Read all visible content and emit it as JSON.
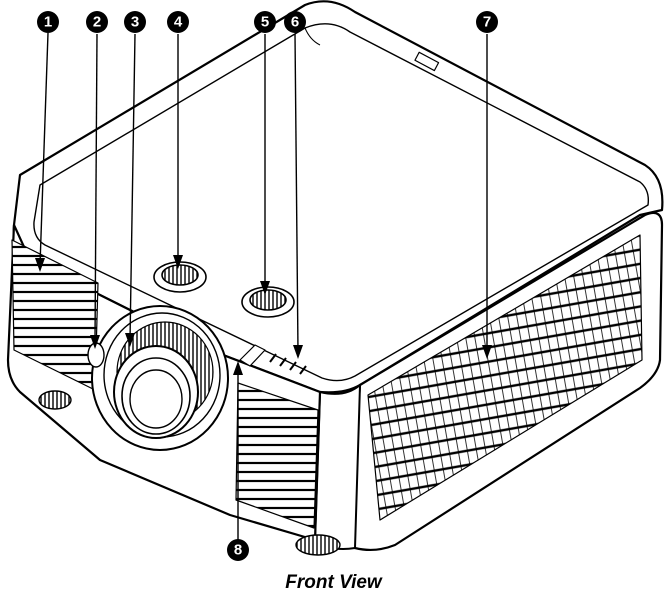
{
  "caption": "Front View",
  "callouts": [
    {
      "number": "1"
    },
    {
      "number": "2"
    },
    {
      "number": "3"
    },
    {
      "number": "4"
    },
    {
      "number": "5"
    },
    {
      "number": "6"
    },
    {
      "number": "7"
    },
    {
      "number": "8"
    }
  ],
  "colors": {
    "line": "#000000",
    "callout_fill": "#000000",
    "callout_text": "#ffffff"
  }
}
